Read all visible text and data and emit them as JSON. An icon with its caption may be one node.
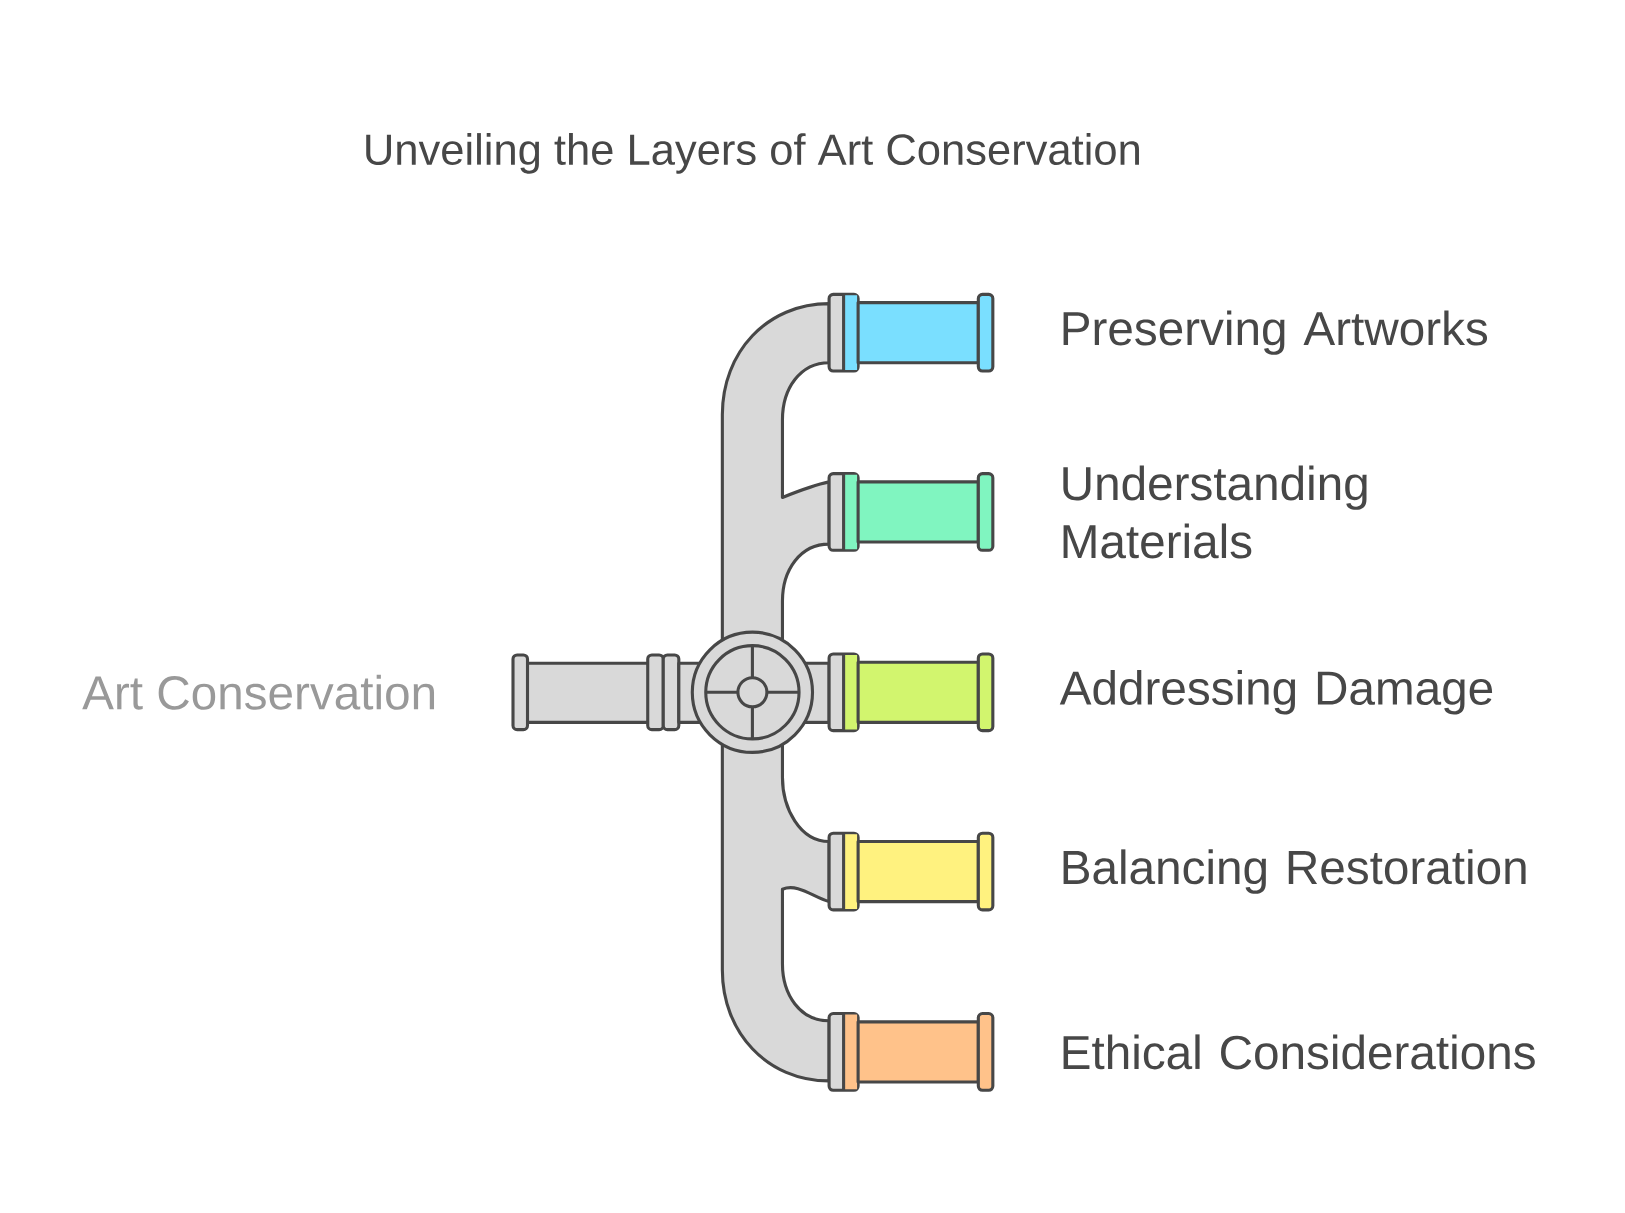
{
  "diagram": {
    "title": "Unveiling the Layers of Art Conservation",
    "nodes": [
      {
        "text": [
          "Art Conservation"
        ]
      },
      {
        "text": [],
        "shape": "bar",
        "beside": [
          "Preserving Artworks"
        ]
      },
      {
        "text": [],
        "shape": "bar",
        "beside": [
          "Understanding Materials"
        ]
      },
      {
        "text": [],
        "shape": "bar",
        "beside": [
          "Addressing Damage"
        ]
      },
      {
        "text": [],
        "shape": "bar",
        "beside": [
          "Balancing Restoration"
        ]
      },
      {
        "text": [],
        "shape": "bar",
        "beside": [
          "Ethical Considerations"
        ]
      }
    ]
  }
}
